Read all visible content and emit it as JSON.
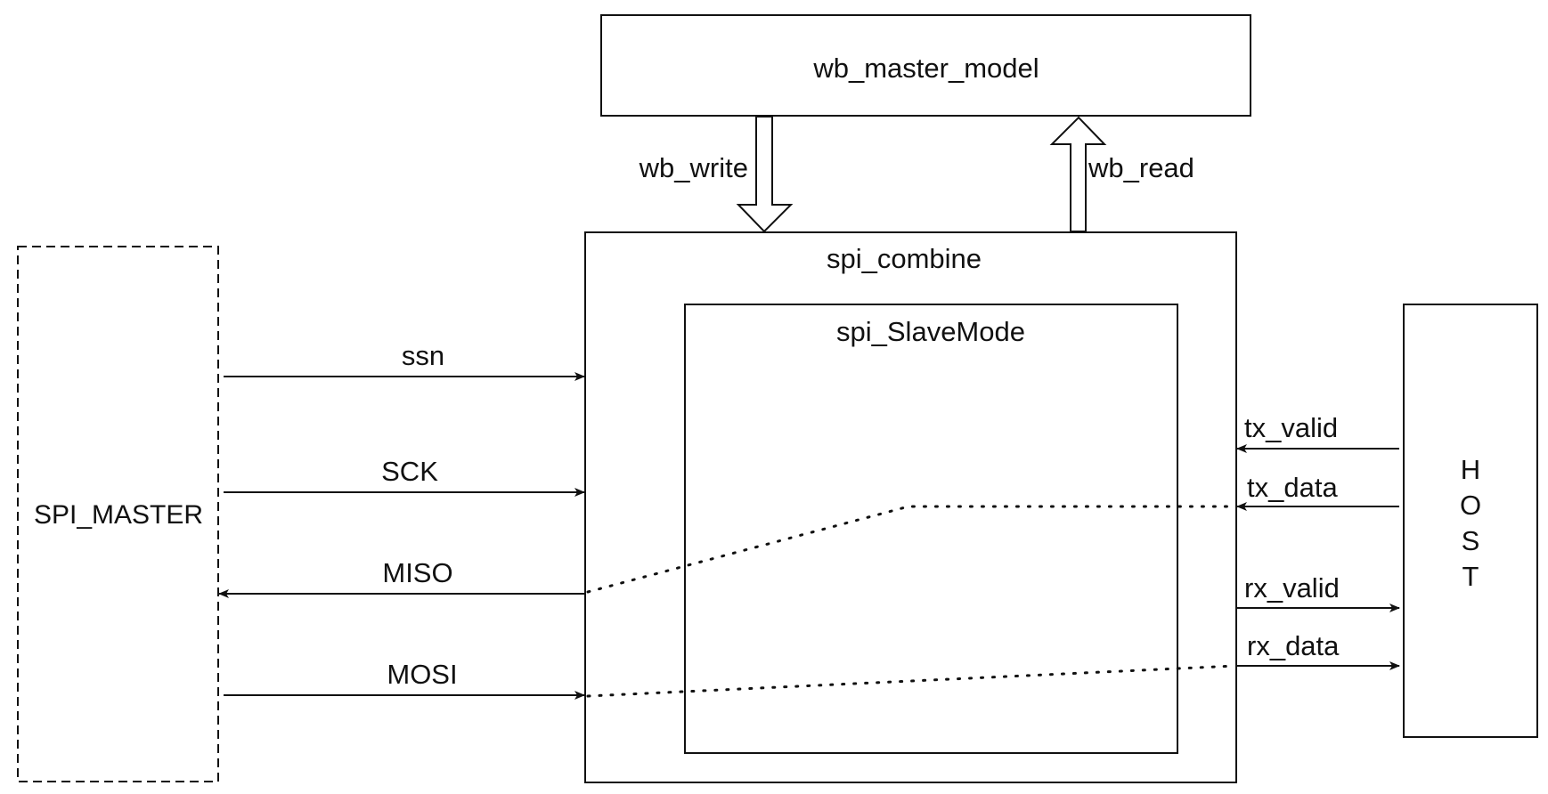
{
  "blocks": {
    "wb_master_model": "wb_master_model",
    "spi_combine": "spi_combine",
    "spi_slavemode": "spi_SlaveMode",
    "spi_master": "SPI_MASTER",
    "host": [
      "H",
      "O",
      "S",
      "T"
    ]
  },
  "buses": {
    "wb_write": "wb_write",
    "wb_read": "wb_read"
  },
  "signals": {
    "ssn": "ssn",
    "sck": "SCK",
    "miso": "MISO",
    "mosi": "MOSI",
    "tx_valid": "tx_valid",
    "tx_data": "tx_data",
    "rx_valid": "rx_valid",
    "rx_data": "rx_data"
  },
  "colors": {
    "stroke": "#111111",
    "background": "#ffffff"
  }
}
